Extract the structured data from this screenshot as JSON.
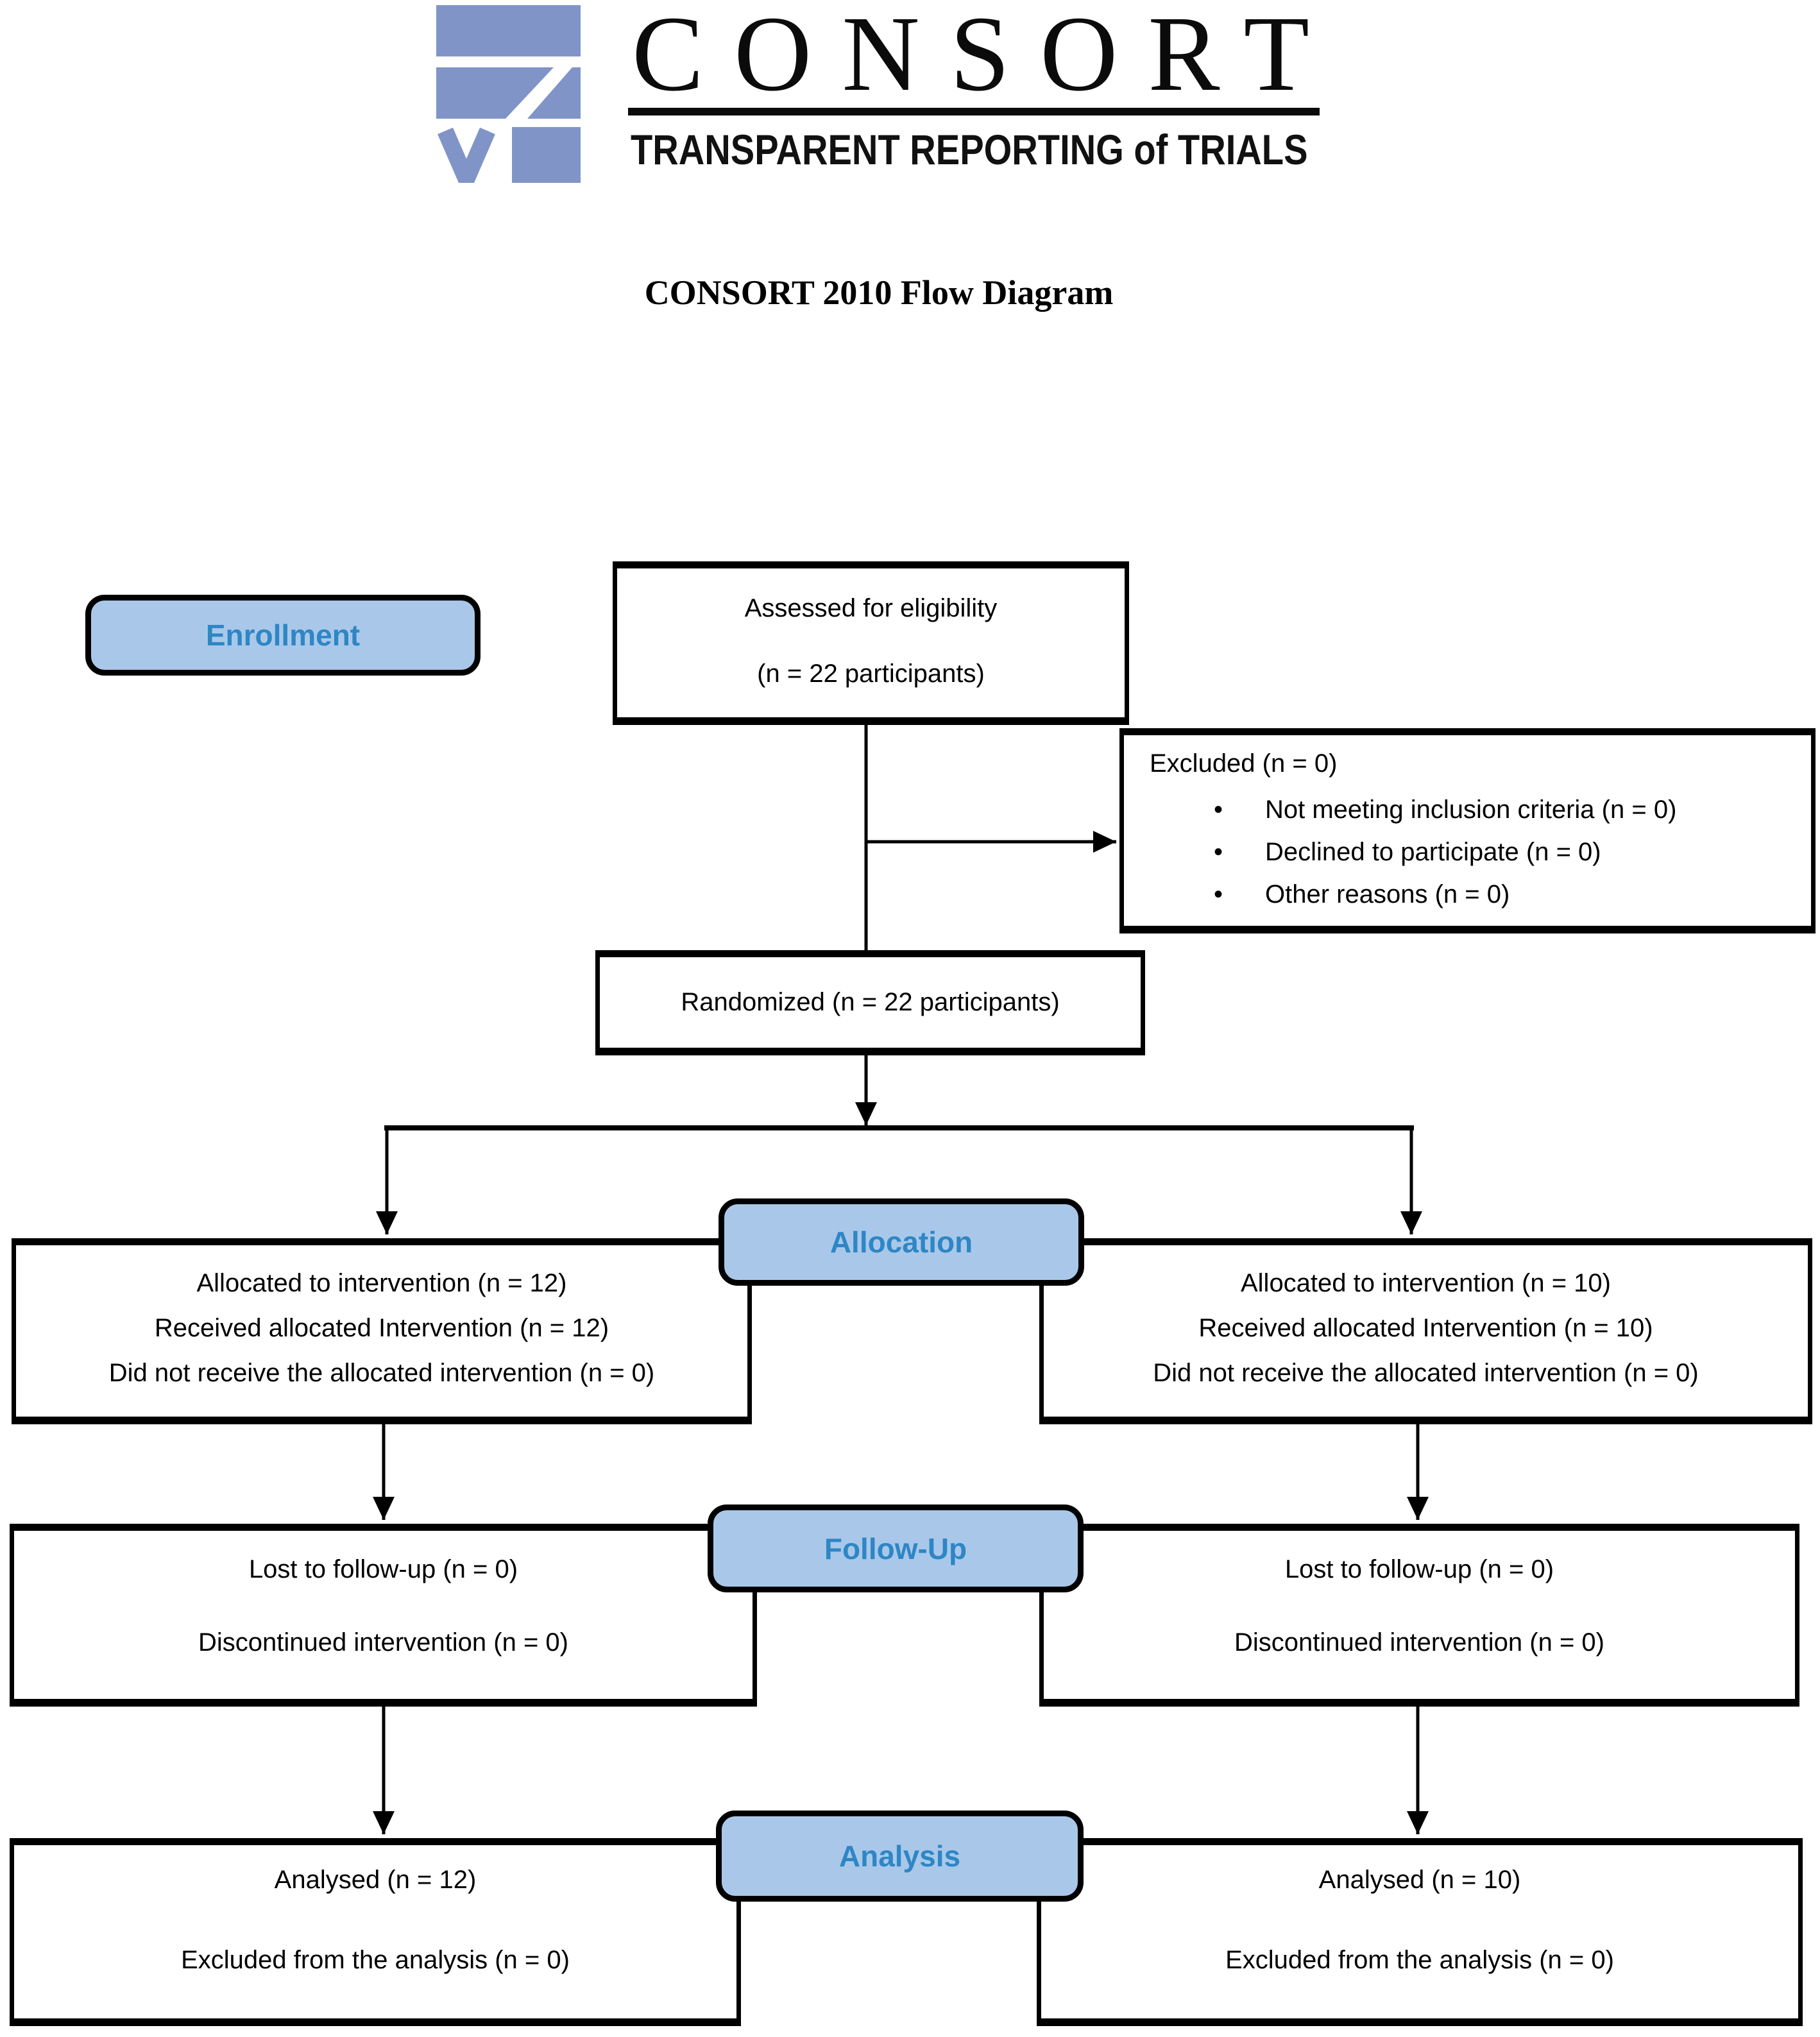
{
  "logo": {
    "wordmark": "CONSORT",
    "tagline": "TRANSPARENT REPORTING of TRIALS"
  },
  "title": "CONSORT 2010 Flow Diagram",
  "colors": {
    "label_fill": "#A9C8E9",
    "label_text": "#2E86C5",
    "mark_blue": "#8094C7"
  },
  "bullet_char": "•",
  "stages": {
    "enrollment_label": "Enrollment",
    "allocation_label": "Allocation",
    "followup_label": "Follow-Up",
    "analysis_label": "Analysis"
  },
  "boxes": {
    "assessed": {
      "line1": "Assessed for eligibility",
      "line2": "(n = 22 participants)"
    },
    "excluded": {
      "title": "Excluded (n = 0)",
      "bullets": [
        "Not meeting inclusion criteria (n = 0)",
        "Declined to participate (n = 0)",
        "Other reasons (n = 0)"
      ]
    },
    "randomized": {
      "text": "Randomized (n = 22 participants)"
    },
    "alloc_left": {
      "lines": [
        "Allocated to intervention (n = 12)",
        "Received allocated Intervention (n = 12)",
        "Did not receive the allocated intervention (n = 0)"
      ]
    },
    "alloc_right": {
      "lines": [
        "Allocated to intervention (n = 10)",
        "Received allocated Intervention (n = 10)",
        "Did not receive the allocated intervention (n = 0)"
      ]
    },
    "followup_left": {
      "lines": [
        "Lost to follow-up (n = 0)",
        "Discontinued intervention (n = 0)"
      ]
    },
    "followup_right": {
      "lines": [
        "Lost to follow-up (n = 0)",
        "Discontinued intervention (n = 0)"
      ]
    },
    "analysis_left": {
      "lines": [
        "Analysed (n = 12)",
        "Excluded from the analysis (n = 0)"
      ]
    },
    "analysis_right": {
      "lines": [
        "Analysed (n = 10)",
        "Excluded from the analysis (n = 0)"
      ]
    }
  }
}
